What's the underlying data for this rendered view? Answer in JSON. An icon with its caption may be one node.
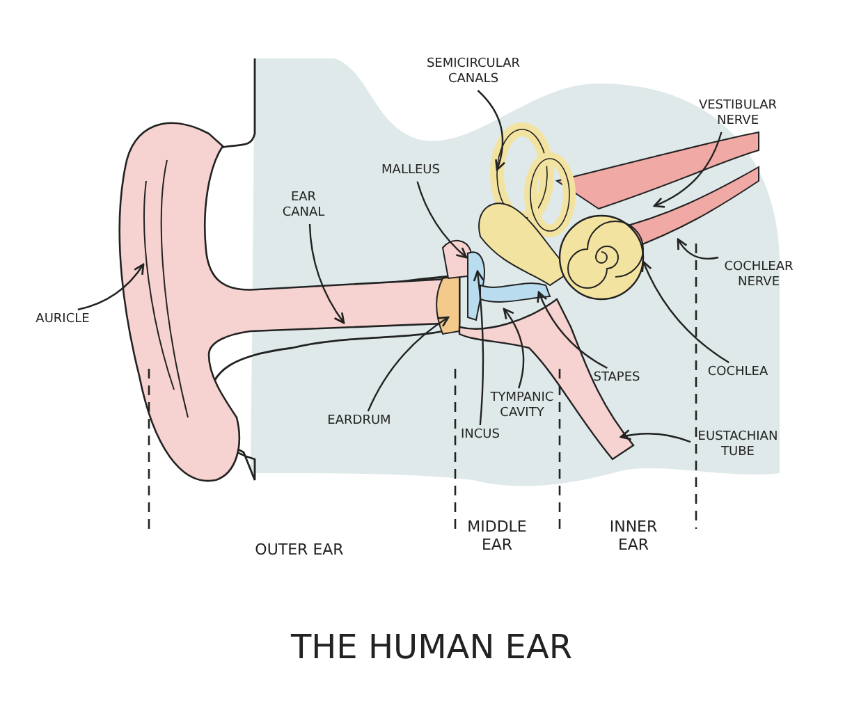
{
  "diagram": {
    "title": "THE HUMAN EAR",
    "nodes": [
      {
        "text": [
          "SEMICIRCULAR CANALS"
        ]
      },
      {
        "text": [
          "VESTIBULAR NERVE"
        ]
      },
      {
        "text": [
          "MALLEUS"
        ]
      },
      {
        "text": [
          "EAR CANAL"
        ]
      },
      {
        "text": [
          "COCHLEAR NERVE"
        ]
      },
      {
        "text": [
          "AURICLE"
        ]
      },
      {
        "text": [
          "EARDRUM"
        ]
      },
      {
        "text": [
          "TYMPANIC CAVITY"
        ]
      },
      {
        "text": [
          "STAPES"
        ]
      },
      {
        "text": [
          "COCHLEA"
        ]
      },
      {
        "text": [
          "INCUS"
        ]
      },
      {
        "text": [
          "EUSTACHIAN TUBE"
        ]
      }
    ],
    "edges": [
      {
        "from": 0,
        "to": null,
        "arrow": "to"
      },
      {
        "from": 1,
        "to": null,
        "arrow": "to"
      },
      {
        "from": 2,
        "to": null,
        "arrow": "to"
      },
      {
        "from": 3,
        "to": null,
        "arrow": "to"
      },
      {
        "from": 4,
        "to": null,
        "arrow": "to"
      },
      {
        "from": 5,
        "to": null,
        "arrow": "to"
      },
      {
        "from": 6,
        "to": null,
        "arrow": "to"
      },
      {
        "from": 7,
        "to": null,
        "arrow": "to"
      },
      {
        "from": 8,
        "to": null,
        "arrow": "to"
      },
      {
        "from": 9,
        "to": null,
        "arrow": "to"
      },
      {
        "from": 10,
        "to": null,
        "arrow": "to"
      },
      {
        "from": 11,
        "to": null,
        "arrow": "to"
      }
    ],
    "labels": [
      "OUTER EAR",
      "MIDDLE EAR",
      "INNER EAR"
    ]
  }
}
